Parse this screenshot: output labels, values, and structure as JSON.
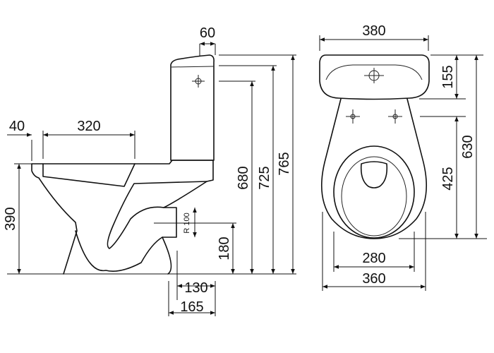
{
  "drawing": {
    "side_view": {
      "tank_offset": "60",
      "rim_overhang": "40",
      "bowl_opening": "320",
      "rim_height": "390",
      "outlet_radius": "R 100",
      "outlet_height": "180",
      "inlet_height": "680",
      "tank_height": "725",
      "total_height": "765",
      "outlet_inner": "130",
      "outlet_outer": "165"
    },
    "top_view": {
      "tank_width": "380",
      "tank_depth": "155",
      "total_depth": "630",
      "bowl_depth": "425",
      "seat_width": "280",
      "bowl_width": "360"
    },
    "line_color": "#111111"
  }
}
